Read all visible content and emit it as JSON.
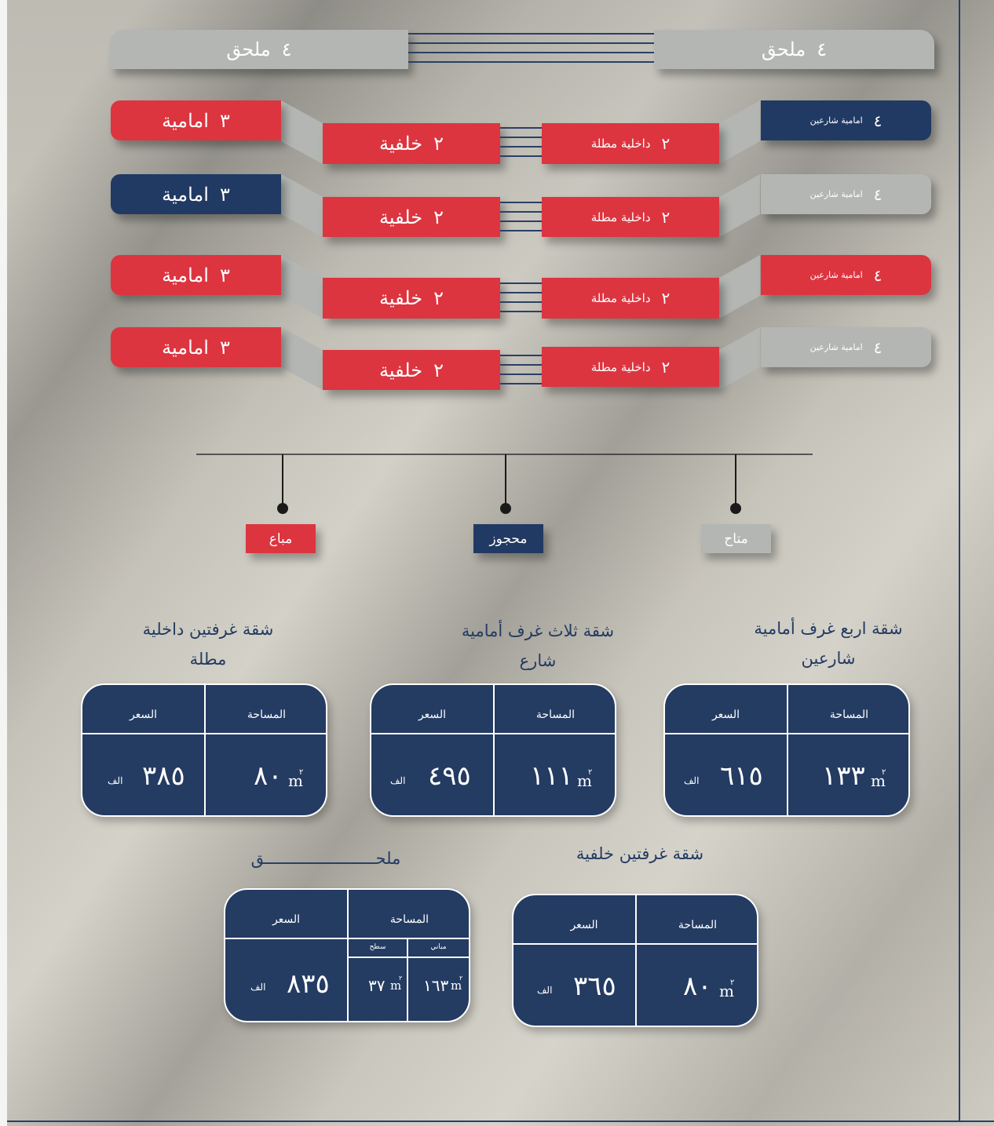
{
  "annex_row": {
    "right": {
      "label": "ملحق",
      "num": "٤"
    },
    "left": {
      "label": "ملحق",
      "num": "٤"
    }
  },
  "rows": [
    {
      "far_right": {
        "num": "٤",
        "label": "امامية شارعين",
        "status": "navy"
      },
      "mid_right": {
        "num": "٢",
        "label": "داخلية مطلة"
      },
      "mid_left": {
        "num": "٢",
        "label": "خلفية"
      },
      "far_left": {
        "num": "٣",
        "label": "امامية",
        "status": "red"
      }
    },
    {
      "far_right": {
        "num": "٤",
        "label": "امامية شارعين",
        "status": "gray"
      },
      "mid_right": {
        "num": "٢",
        "label": "داخلية مطلة"
      },
      "mid_left": {
        "num": "٢",
        "label": "خلفية"
      },
      "far_left": {
        "num": "٣",
        "label": "امامية",
        "status": "navy"
      }
    },
    {
      "far_right": {
        "num": "٤",
        "label": "امامية شارعين",
        "status": "red"
      },
      "mid_right": {
        "num": "٢",
        "label": "داخلية مطلة"
      },
      "mid_left": {
        "num": "٢",
        "label": "خلفية"
      },
      "far_left": {
        "num": "٣",
        "label": "امامية",
        "status": "red"
      }
    },
    {
      "far_right": {
        "num": "٤",
        "label": "امامية شارعين",
        "status": "gray"
      },
      "mid_right": {
        "num": "٢",
        "label": "داخلية مطلة"
      },
      "mid_left": {
        "num": "٢",
        "label": "خلفية"
      },
      "far_left": {
        "num": "٣",
        "label": "امامية",
        "status": "red"
      }
    }
  ],
  "legend": {
    "available": "متاح",
    "reserved": "محجوز",
    "sold": "مباع"
  },
  "colors": {
    "sold": "#dc3540",
    "reserved": "#213a63",
    "available": "#b3b6b2",
    "card": "#243b62",
    "title_text": "#233b62"
  },
  "cards": {
    "four_rooms": {
      "title_line1": "شقة اربع غرف أمامية",
      "title_line2": "شارعين",
      "area_header": "المساحة",
      "price_header": "السعر",
      "area_value": "١٣٣",
      "area_unit": "m",
      "area_sup": "٢",
      "price_value": "٦١٥",
      "price_unit": "الف"
    },
    "three_rooms": {
      "title_line1": "شقة ثلاث غرف أمامية",
      "title_line2": "شارع",
      "area_header": "المساحة",
      "price_header": "السعر",
      "area_value": "١١١",
      "area_unit": "m",
      "area_sup": "٢",
      "price_value": "٤٩٥",
      "price_unit": "الف"
    },
    "two_rooms_inner": {
      "title_line1": "شقة غرفتين داخلية",
      "title_line2": "مطلة",
      "area_header": "المساحة",
      "price_header": "السعر",
      "area_value": "٨٠",
      "area_unit": "m",
      "area_sup": "٢",
      "price_value": "٣٨٥",
      "price_unit": "الف"
    },
    "two_rooms_back": {
      "title_line1": "شقة غرفتين خلفية",
      "area_header": "المساحة",
      "price_header": "السعر",
      "area_value": "٨٠",
      "area_unit": "m",
      "area_sup": "٢",
      "price_value": "٣٦٥",
      "price_unit": "الف"
    },
    "annex": {
      "title": "ملحـــــــــــــــــــــــق",
      "area_header": "المساحة",
      "price_header": "السعر",
      "built_label": "مباني",
      "roof_label": "سطح",
      "built_value": "١٦٣",
      "roof_value": "٣٧",
      "area_unit": "m",
      "area_sup": "٢",
      "price_value": "٨٣٥",
      "price_unit": "الف"
    }
  }
}
